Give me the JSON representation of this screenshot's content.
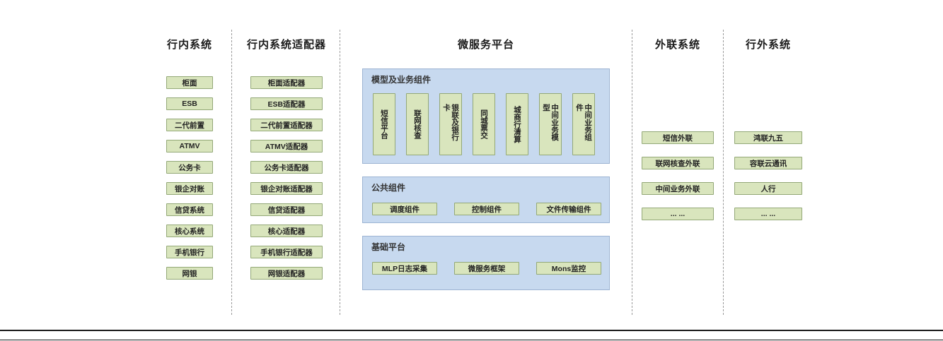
{
  "colors": {
    "box_green_fill": "#d9e5bd",
    "box_green_border": "#93a877",
    "panel_blue_fill": "#c7d9ef",
    "panel_blue_border": "#9db4d3"
  },
  "columns": {
    "internal": {
      "title": "行内系统",
      "items": [
        "柜面",
        "ESB",
        "二代前置",
        "ATMV",
        "公务卡",
        "银企对账",
        "信贷系统",
        "核心系统",
        "手机银行",
        "网银"
      ]
    },
    "adapters": {
      "title": "行内系统适配器",
      "items": [
        "柜面适配器",
        "ESB适配器",
        "二代前置适配器",
        "ATMV适配器",
        "公务卡适配器",
        "银企对账适配器",
        "信贷适配器",
        "核心适配器",
        "手机银行适配器",
        "网银适配器"
      ]
    },
    "platform": {
      "title": "微服务平台",
      "panels": {
        "model": {
          "label": "模型及业务组件",
          "items": [
            "短信平台",
            "联网核查",
            "银联及银行卡",
            "同城票交",
            "城商行清算",
            "中间业务模型",
            "中间业务组件"
          ]
        },
        "common": {
          "label": "公共组件",
          "items": [
            "调度组件",
            "控制组件",
            "文件传输组件"
          ]
        },
        "base": {
          "label": "基础平台",
          "items": [
            "MLP日志采集",
            "微服务框架",
            "Mons监控"
          ]
        }
      }
    },
    "external": {
      "title": "外联系统",
      "items": [
        "短信外联",
        "联网核查外联",
        "中间业务外联",
        "... ..."
      ]
    },
    "outside": {
      "title": "行外系统",
      "items": [
        "鸿联九五",
        "容联云通讯",
        "人行",
        "... ..."
      ]
    }
  }
}
